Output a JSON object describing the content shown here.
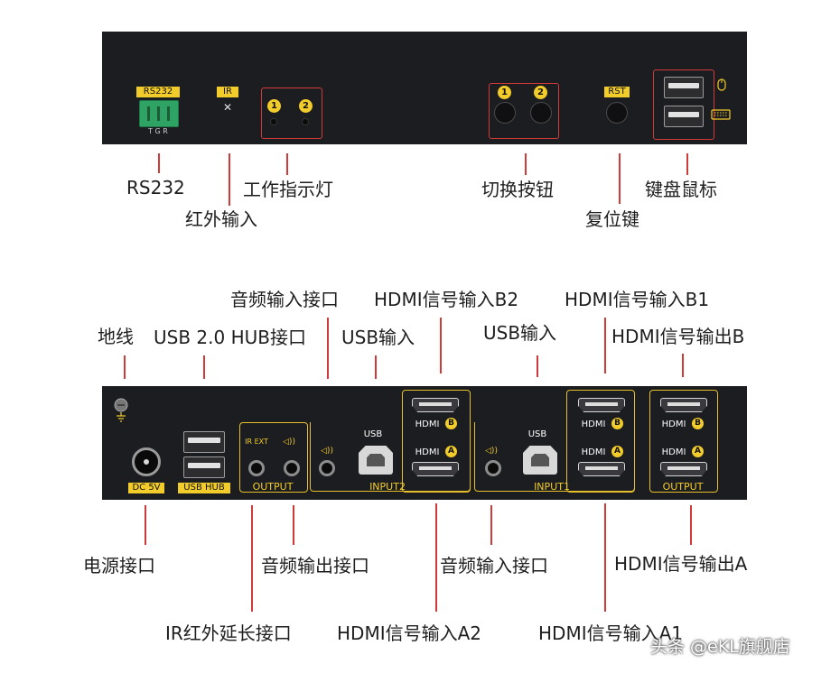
{
  "top_panel": {
    "port_labels": {
      "rs232": "RS232",
      "ir": "IR",
      "ir_mark": "✕",
      "terminal_pins": "T G R",
      "rst": "RST",
      "led_1": "1",
      "led_2": "2",
      "btn_1": "1",
      "btn_2": "2"
    },
    "annotations": {
      "rs232": "RS232",
      "ir_input": "红外输入",
      "work_indicator": "工作指示灯",
      "switch_button": "切换按钮",
      "reset_key": "复位键",
      "keyboard_mouse": "键盘鼠标"
    }
  },
  "bottom_panel": {
    "port_labels": {
      "dc": "DC 5V",
      "usb_hub": "USB HUB",
      "output_audio": "OUTPUT",
      "ir_ext": "IR EXT",
      "usb_in2": "USB",
      "input2": "INPUT2",
      "usb_in1": "USB",
      "input1": "INPUT1",
      "hdmi_b_in2": "HDMI",
      "hdmi_a_in2": "HDMI",
      "hdmi_b_in1": "HDMI",
      "hdmi_a_in1": "HDMI",
      "hdmi_b_out": "HDMI",
      "hdmi_a_out": "HDMI",
      "output_hdmi": "OUTPUT",
      "letter_b": "B",
      "letter_a": "A"
    },
    "annotations": {
      "ground": "地线",
      "usb_hub": "USB 2.0 HUB接口",
      "audio_in_top": "音频输入接口",
      "usb_in_2": "USB输入",
      "hdmi_in_b2": "HDMI信号输入B2",
      "usb_in_1": "USB输入",
      "hdmi_in_b1": "HDMI信号输入B1",
      "hdmi_out_b": "HDMI信号输出B",
      "power": "电源接口",
      "audio_out": "音频输出接口",
      "audio_in_bottom": "音频输入接口",
      "hdmi_out_a": "HDMI信号输出A",
      "ir_ext": "IR红外延长接口",
      "hdmi_in_a2": "HDMI信号输入A2",
      "hdmi_in_a1": "HDMI信号输入A1"
    }
  },
  "watermark": "头条 @eKL旗舰店",
  "colors": {
    "panel": "#1c1d20",
    "accent_yellow": "#f2cc2a",
    "leader_line": "#d23a3a",
    "terminal_green": "#2fa364"
  }
}
